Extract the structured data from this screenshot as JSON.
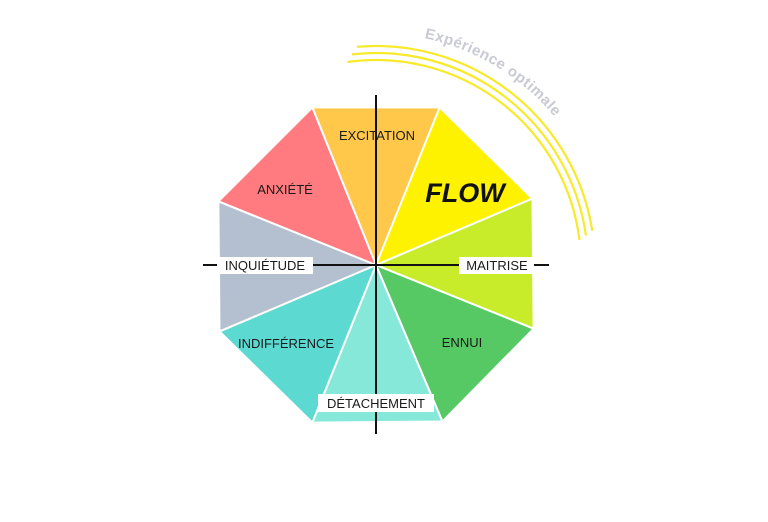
{
  "segments": [
    {
      "id": "excitation",
      "label": "EXCITATION",
      "color": "#ffc84a"
    },
    {
      "id": "flow",
      "label": "FLOW",
      "color": "#fff200"
    },
    {
      "id": "maitrise",
      "label": "MAITRISE",
      "color": "#c8ec2a"
    },
    {
      "id": "ennui",
      "label": "ENNUI",
      "color": "#57c964"
    },
    {
      "id": "detachement",
      "label": "DÉTACHEMENT",
      "color": "#86e8d8"
    },
    {
      "id": "indifference",
      "label": "INDIFFÉRENCE",
      "color": "#5cd9d0"
    },
    {
      "id": "inquietude",
      "label": "INQUIÉTUDE",
      "color": "#b4bfcf"
    },
    {
      "id": "anxiete",
      "label": "ANXIÉTÉ",
      "color": "#ff7b7f"
    }
  ],
  "arc_caption": "Expérience optimale",
  "colors": {
    "arc_lines": "#f7ea2a",
    "axis_lines": "#111111",
    "separators": "#ffffff",
    "arc_caption": "#c9cad3"
  }
}
